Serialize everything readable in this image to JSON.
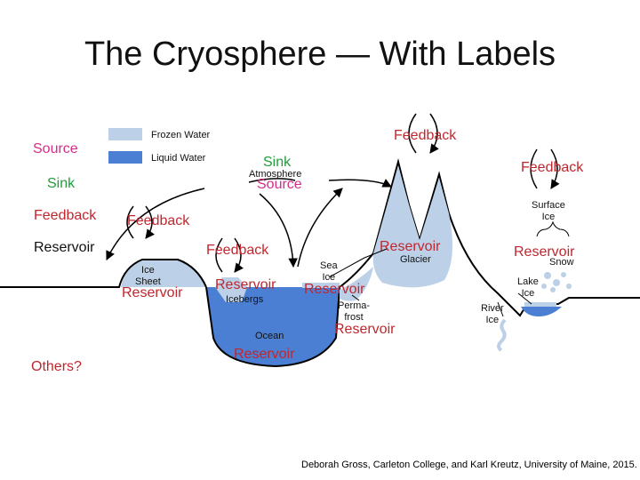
{
  "title": "The Cryosphere — With Labels",
  "legend": [
    {
      "label": "Frozen Water",
      "color": "#bcd0e8"
    },
    {
      "label": "Liquid Water",
      "color": "#4a7fd4"
    }
  ],
  "key_labels": {
    "source": "Source",
    "sink": "Sink",
    "feedback": "Feedback",
    "reservoir": "Reservoir",
    "others": "Others?"
  },
  "diagram_labels": {
    "atmosphere": "Atmosphere",
    "sink": "Sink",
    "source": "Source",
    "feedback_top": "Feedback",
    "feedback_right": "Feedback",
    "feedback_left": "Feedback",
    "feedback_mid": "Feedback",
    "surface_ice": "Surface\nIce",
    "glacier": "Glacier",
    "reservoir_glacier": "Reservoir",
    "reservoir_snow": "Reservoir",
    "snow": "Snow",
    "lake_ice": "Lake\nIce",
    "river_ice": "River\nIce",
    "ice_sheet": "Ice\nSheet",
    "reservoir_ice_sheet": "Reservoir",
    "reservoir_icebergs": "Reservoir",
    "icebergs": "Icebergs",
    "sea_ice": "Sea\nIce",
    "reservoir_sea_ice": "Reservoir",
    "permafrost": "Perma-\nfrost",
    "reservoir_permafrost": "Reservoir",
    "ocean": "Ocean",
    "reservoir_ocean": "Reservoir"
  },
  "colors": {
    "source": "#d62d8a",
    "sink": "#1f9e3a",
    "feedback": "#c0262d",
    "reservoir": "#111111",
    "others": "#c0262d",
    "frozen": "#bcd0e8",
    "liquid": "#4a7fd4"
  },
  "credit": "Deborah Gross, Carleton College, and Karl Kreutz, University of Maine, 2015."
}
